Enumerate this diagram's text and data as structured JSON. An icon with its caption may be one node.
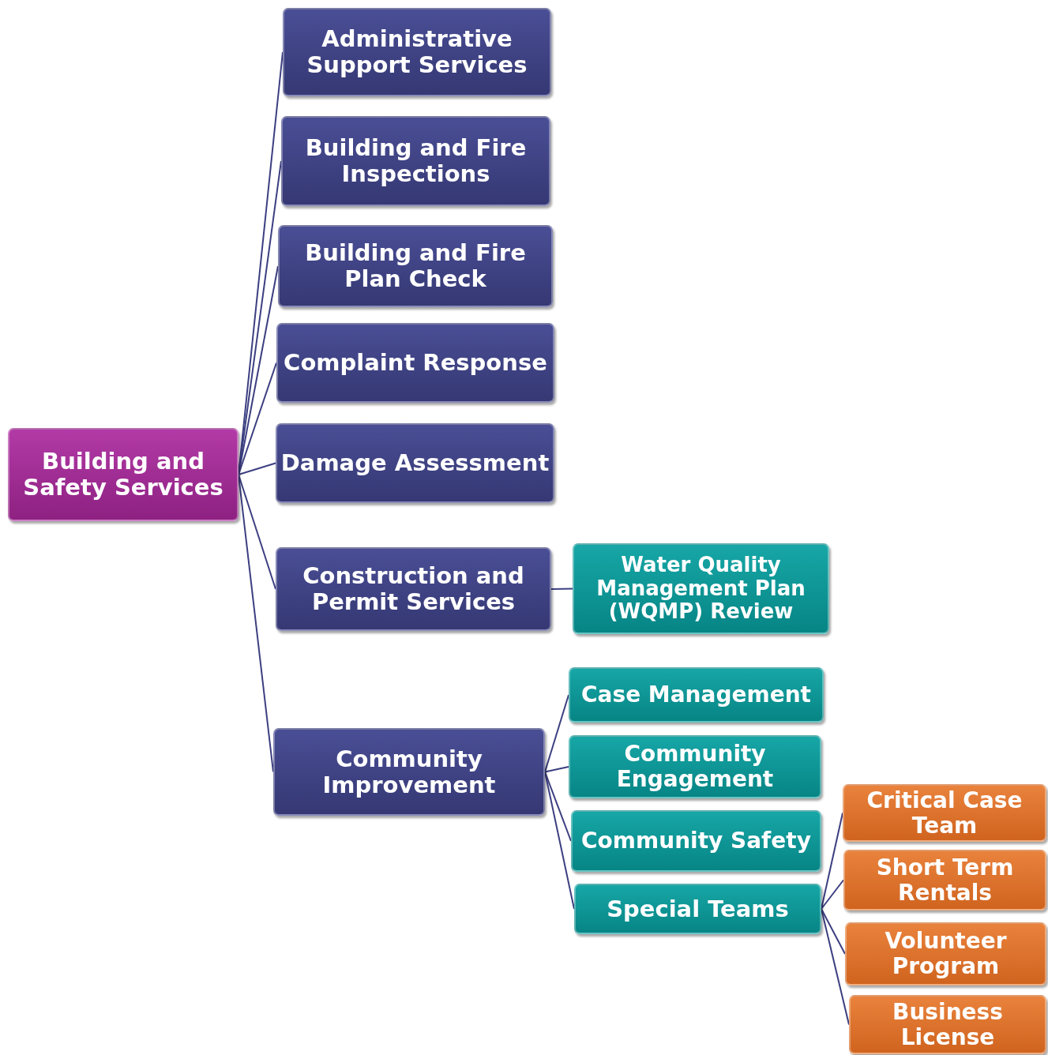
{
  "diagram": {
    "nodes": [
      {
        "text": [
          "Building and Safety Services"
        ]
      },
      {
        "text": [
          "Administrative Support Services"
        ]
      },
      {
        "text": [
          "Building and Fire Inspections"
        ]
      },
      {
        "text": [
          "Building and Fire Plan Check"
        ]
      },
      {
        "text": [
          "Complaint Response"
        ]
      },
      {
        "text": [
          "Damage Assessment"
        ]
      },
      {
        "text": [
          "Construction and Permit Services"
        ]
      },
      {
        "text": [
          "Water Quality Management Plan (WQMP) Review"
        ]
      },
      {
        "text": [
          "Community Improvement"
        ]
      },
      {
        "text": [
          "Case Management"
        ]
      },
      {
        "text": [
          "Community Engagement"
        ]
      },
      {
        "text": [
          "Community Safety"
        ]
      },
      {
        "text": [
          "Special Teams"
        ]
      },
      {
        "text": [
          "Critical Case Team"
        ]
      },
      {
        "text": [
          "Short Term Rentals"
        ]
      },
      {
        "text": [
          "Volunteer Program"
        ]
      },
      {
        "text": [
          "Business License"
        ]
      }
    ],
    "edges": [
      {
        "from": 0,
        "to": 1,
        "arrow": "none"
      },
      {
        "from": 0,
        "to": 2,
        "arrow": "none"
      },
      {
        "from": 0,
        "to": 3,
        "arrow": "none"
      },
      {
        "from": 0,
        "to": 4,
        "arrow": "none"
      },
      {
        "from": 0,
        "to": 5,
        "arrow": "none"
      },
      {
        "from": 0,
        "to": 6,
        "arrow": "none"
      },
      {
        "from": 0,
        "to": 8,
        "arrow": "none"
      },
      {
        "from": 6,
        "to": 7,
        "arrow": "none"
      },
      {
        "from": 8,
        "to": 9,
        "arrow": "none"
      },
      {
        "from": 8,
        "to": 10,
        "arrow": "none"
      },
      {
        "from": 8,
        "to": 11,
        "arrow": "none"
      },
      {
        "from": 8,
        "to": 12,
        "arrow": "none"
      },
      {
        "from": 12,
        "to": 13,
        "arrow": "none"
      },
      {
        "from": 12,
        "to": 14,
        "arrow": "none"
      },
      {
        "from": 12,
        "to": 15,
        "arrow": "none"
      },
      {
        "from": 12,
        "to": 16,
        "arrow": "none"
      }
    ]
  }
}
